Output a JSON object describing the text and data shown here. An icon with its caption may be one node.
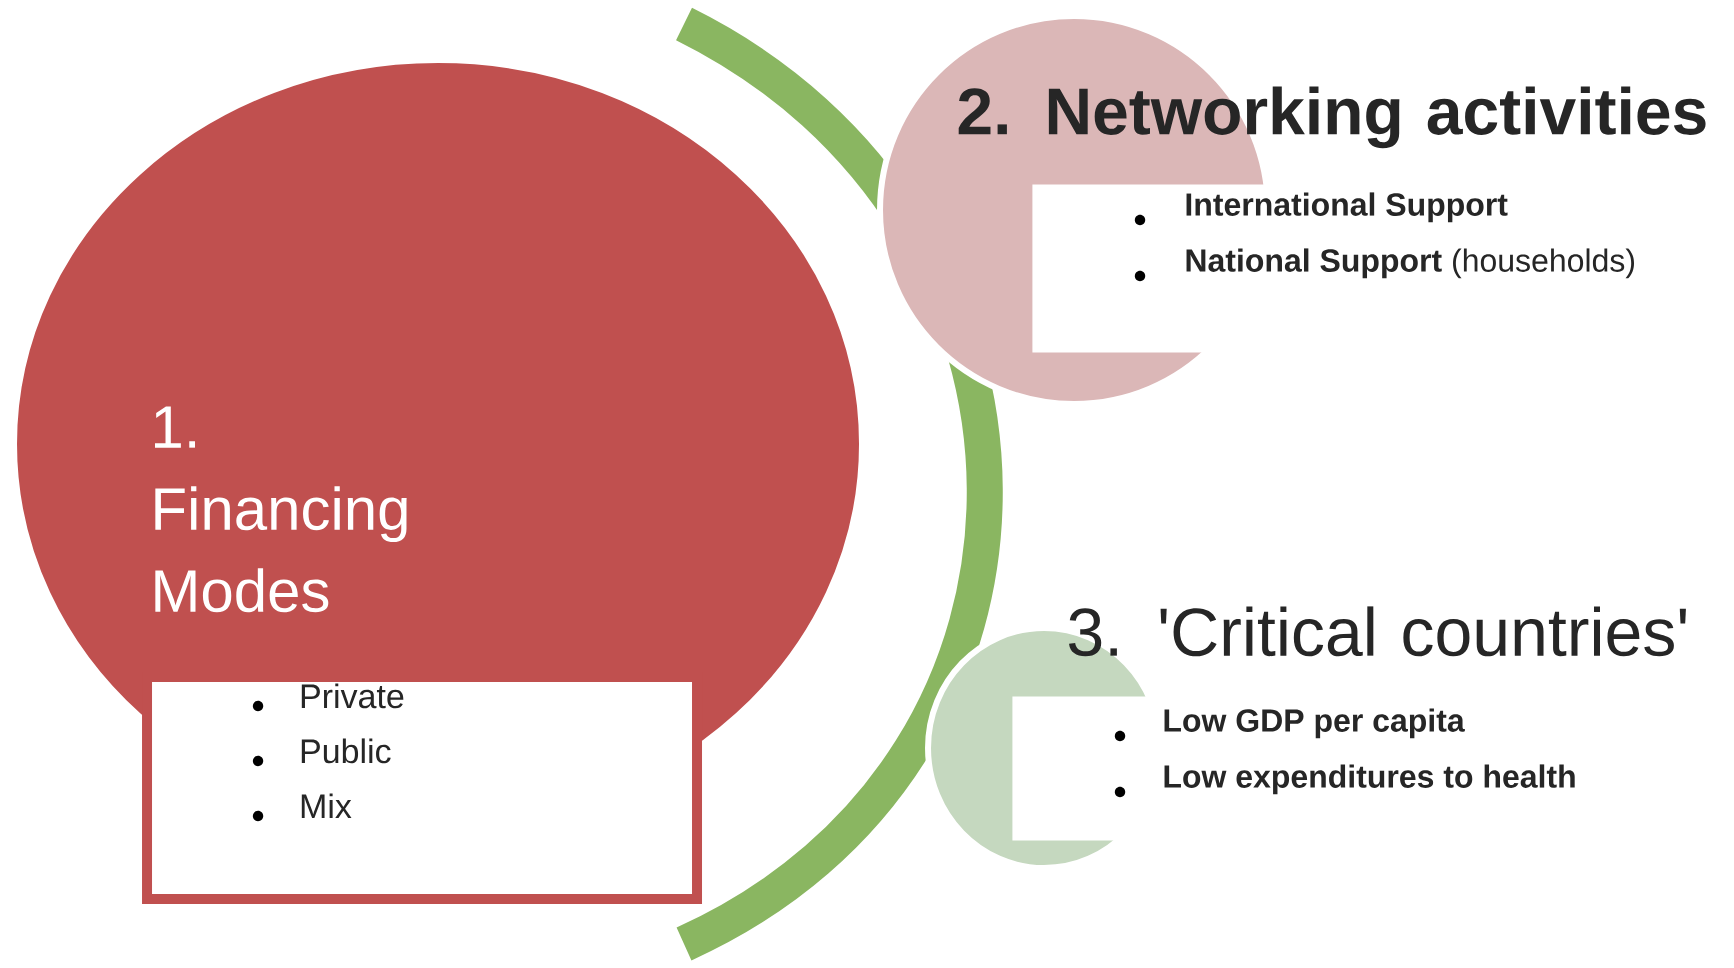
{
  "diagram": {
    "nodes": [
      {
        "text": [
          "1. Financing Modes"
        ]
      },
      {
        "text": [
          "Private",
          "Public",
          "Mix"
        ]
      },
      {
        "text": [
          "2. Networking activities"
        ]
      },
      {
        "text": [
          "**International Support**",
          "**National Support** (households)"
        ]
      },
      {
        "text": [
          "3. 'Critical countries'"
        ]
      },
      {
        "text": [
          "Low GDP per capita",
          "Low expenditures to health"
        ]
      }
    ]
  }
}
